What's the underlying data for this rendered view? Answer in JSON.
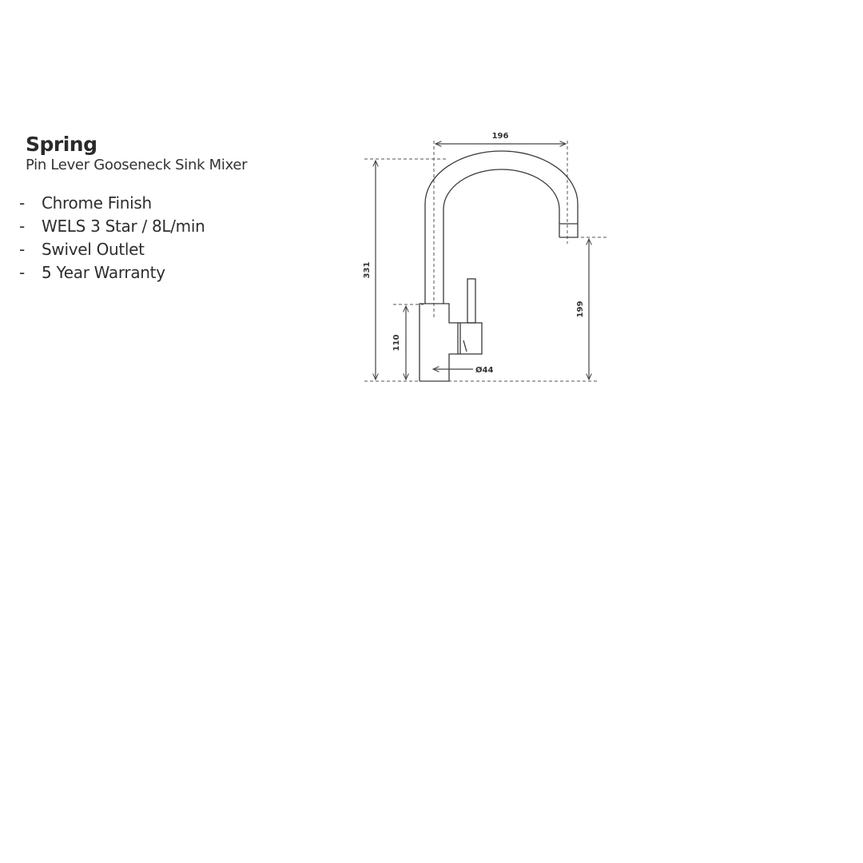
{
  "product": {
    "name": "Spring",
    "subtitle": "Pin Lever Gooseneck Sink Mixer",
    "features": [
      "Chrome Finish",
      "WELS 3 Star / 8L/min",
      "Swivel Outlet",
      "5 Year Warranty"
    ],
    "bullet": "-"
  },
  "drawing": {
    "units": "mm",
    "dimensions": {
      "spout_reach": "196",
      "overall_height": "331",
      "base_height": "110",
      "spout_clearance": "199",
      "base_diameter": "Ø44"
    },
    "line_color": "#3a3a3a",
    "dash_color": "#555555"
  }
}
